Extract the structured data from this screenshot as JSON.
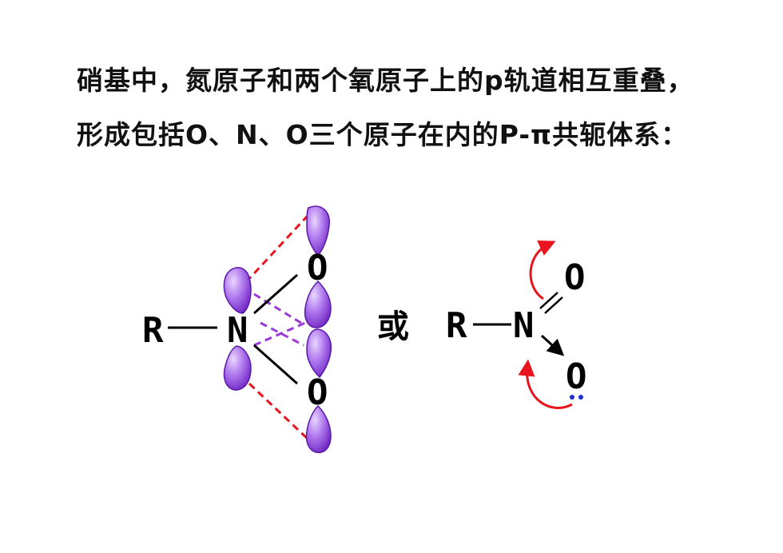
{
  "heading": {
    "line1": "硝基中，氮原子和两个氧原子上的p轨道相互重叠，",
    "line2": "形成包括O、N、O三个原子在内的P-π共轭体系："
  },
  "left_structure": {
    "substituent": "R",
    "nitrogen": "N",
    "oxygen_top": "O",
    "oxygen_bottom": "O"
  },
  "or_word": "或",
  "right_structure": {
    "substituent": "R",
    "nitrogen": "N",
    "oxygen_top": "O",
    "oxygen_bottom": "O"
  },
  "colors": {
    "orbital_fill": "#a15ae8",
    "orbital_dark": "#6a1fc0",
    "overlap_red": "#e8141e",
    "overlap_purple": "#9b3ad8",
    "arrow_red": "#e8141e",
    "lone_pair_blue": "#1b2fd6"
  }
}
